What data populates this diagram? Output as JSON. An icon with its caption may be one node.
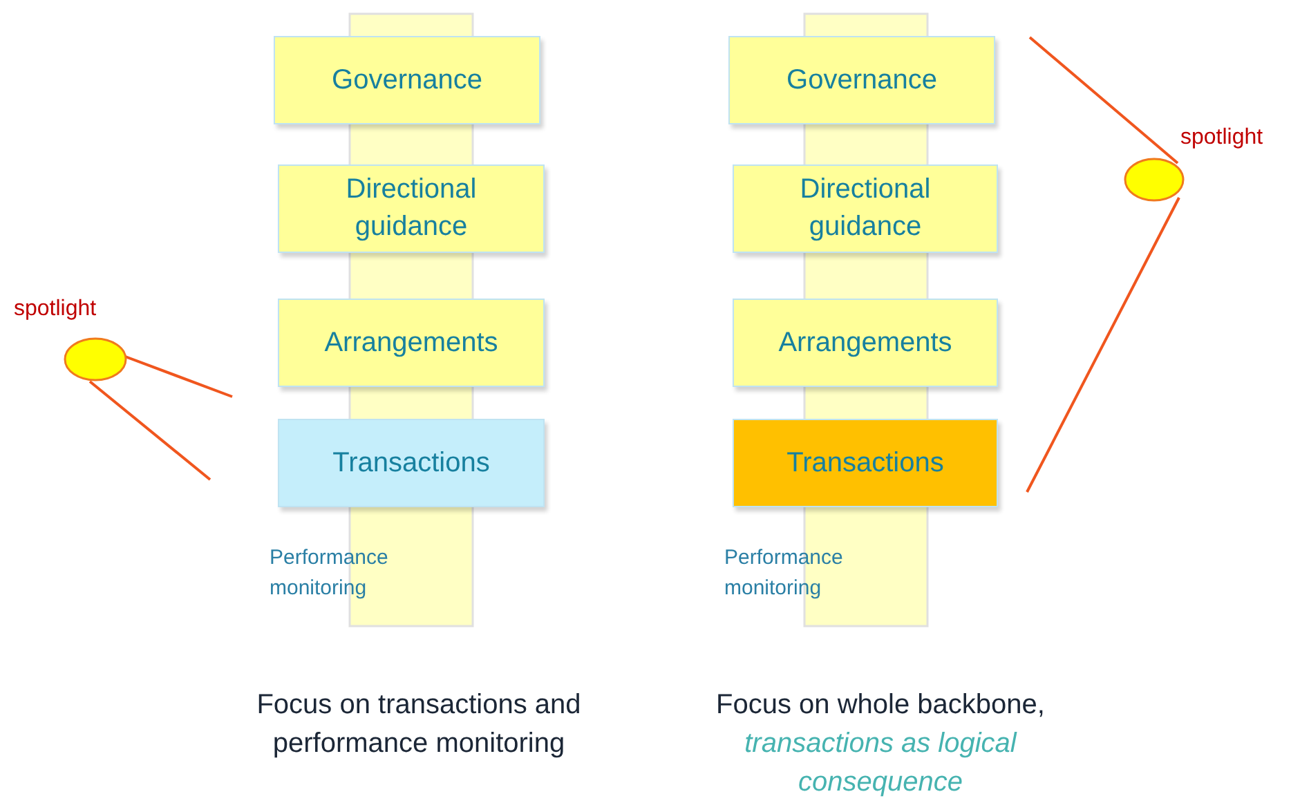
{
  "diagram": {
    "nodes": [
      {
        "text": [
          "Governance"
        ]
      },
      {
        "text": [
          "Directional guidance"
        ]
      },
      {
        "text": [
          "Arrangements"
        ]
      },
      {
        "text": [
          "Transactions"
        ]
      },
      {
        "text": [
          "spotlight"
        ]
      },
      {
        "text": [
          "Governance"
        ]
      },
      {
        "text": [
          "Directional guidance"
        ]
      },
      {
        "text": [
          "Arrangements"
        ]
      },
      {
        "text": [
          "Transactions"
        ]
      },
      {
        "text": [
          "spotlight"
        ]
      }
    ],
    "labels": [
      "Performance monitoring",
      "Performance monitoring",
      "Focus on transactions and performance monitoring",
      "Focus on whole backbone, *transactions as logical consequence*"
    ]
  }
}
